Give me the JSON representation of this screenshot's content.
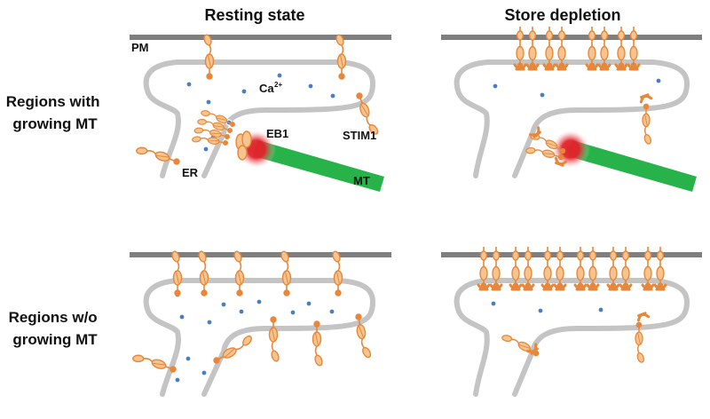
{
  "columns": {
    "left": "Resting state",
    "right": "Store depletion"
  },
  "rows": {
    "top": [
      "Regions with",
      "growing MT"
    ],
    "bottom": [
      "Regions w/o",
      "growing MT"
    ]
  },
  "labels": {
    "pm": "PM",
    "ca": "Ca",
    "ca_sup": "2+",
    "eb1": "EB1",
    "stim1": "STIM1",
    "er": "ER",
    "mt": "MT"
  },
  "colors": {
    "plasma_membrane": "#7f7f7f",
    "er_membrane": "#c4c4c4",
    "microtubule": "#27b24a",
    "eb1_tip": "#e0242c",
    "stim1": "#e8873a",
    "calcium": "#4a7ec4"
  }
}
